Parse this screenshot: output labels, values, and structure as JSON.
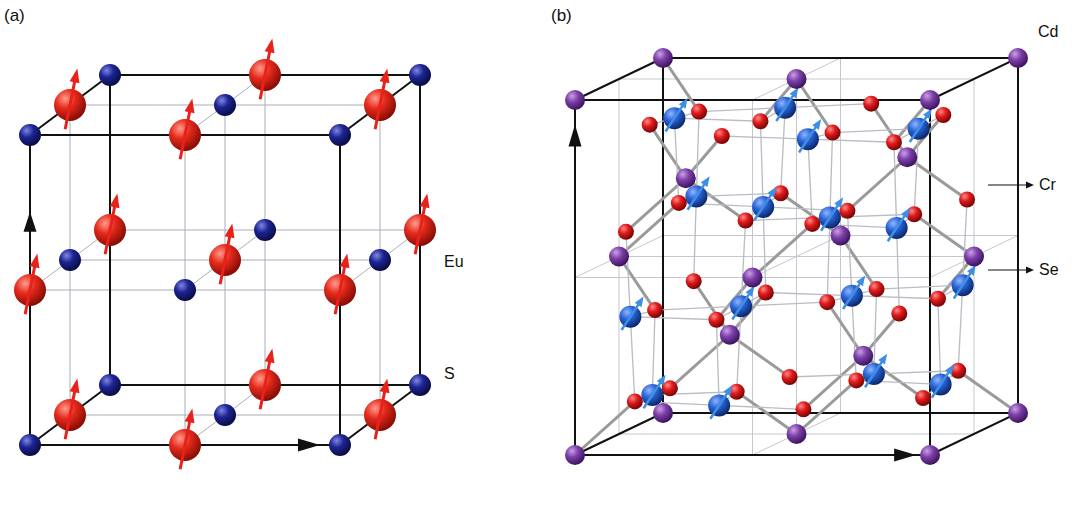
{
  "diagram": {
    "labels": [
      "(a)",
      "Eu",
      "S",
      "(b)",
      "Cd",
      "Cr",
      "Se"
    ]
  }
}
